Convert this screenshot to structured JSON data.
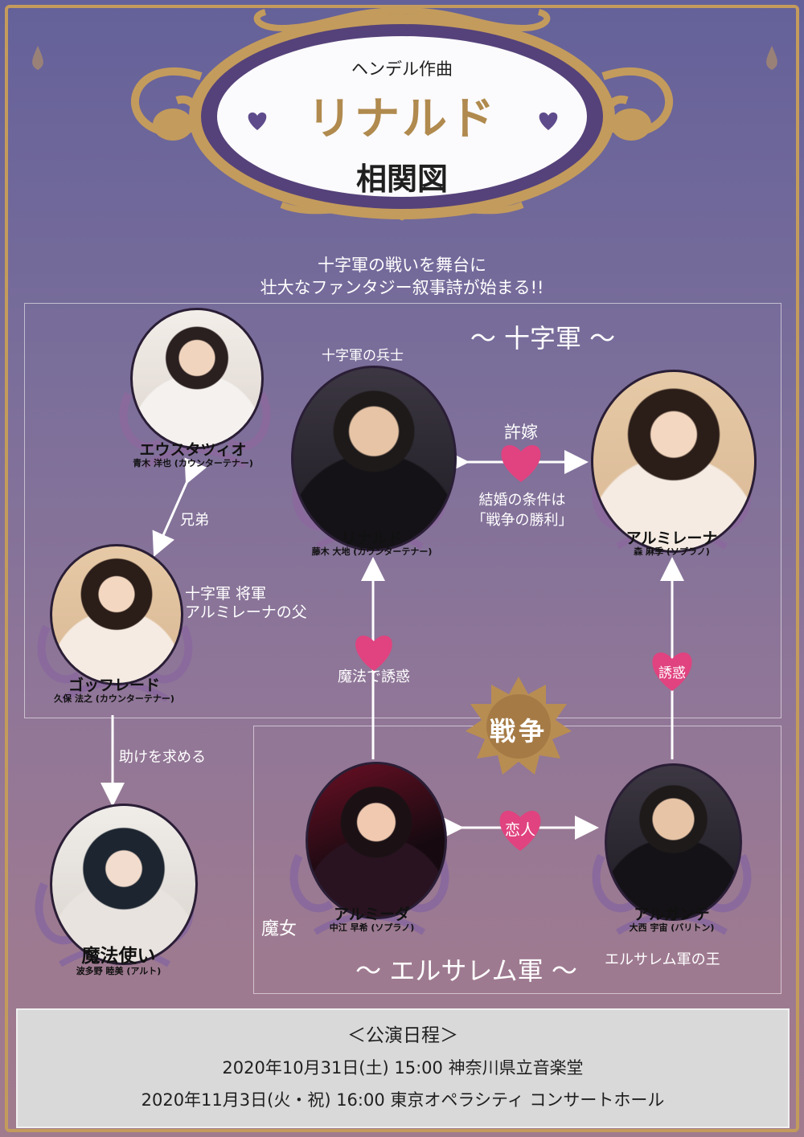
{
  "header": {
    "composer": "ヘンデル作曲",
    "title": "リナルド",
    "subtitle": "相関図"
  },
  "tagline": {
    "line1": "十字軍の戦いを舞台に",
    "line2": "壮大なファンタジー叙事詩が始まる!!"
  },
  "factions": {
    "crusaders": "〜 十字軍 〜",
    "jerusalem": "〜 エルサレム軍 〜",
    "war": "戦争"
  },
  "characters": {
    "eustazio": {
      "name": "エウスタツィオ",
      "cast": "青木 洋也 (カウンターテナー)"
    },
    "goffredo": {
      "name": "ゴッフレード",
      "cast": "久保 法之 (カウンターテナー)"
    },
    "rinaldo": {
      "name": "リナルド",
      "cast": "藤木 大地 (カウンターテナー)"
    },
    "almirena": {
      "name": "アルミレーナ",
      "cast": "森 麻季 (ソプラノ)"
    },
    "armida": {
      "name": "アルミーダ",
      "cast": "中江 早希 (ソプラノ)"
    },
    "argante": {
      "name": "アルガンテ",
      "cast": "大西 宇宙 (バリトン)"
    },
    "mage": {
      "name": "魔法使い",
      "cast": "波多野 睦美 (アルト)"
    }
  },
  "labels": {
    "soldier": "十字軍の兵士",
    "brothers": "兄弟",
    "general_line1": "十字軍 将軍",
    "general_line2": "アルミレーナの父",
    "fiance": "許嫁",
    "condition_line1": "結婚の条件は",
    "condition_line2": "「戦争の勝利」",
    "magic_seduction": "魔法で誘惑",
    "seduction": "誘惑",
    "lovers": "恋人",
    "seek_help": "助けを求める",
    "witch": "魔女",
    "king": "エルサレム軍の王"
  },
  "schedule": {
    "heading": "＜公演日程＞",
    "line1": "2020年10月31日(土) 15:00  神奈川県立音楽堂",
    "line2": "2020年11月3日(火・祝) 16:00 東京オペラシティ コンサートホール"
  },
  "colors": {
    "gold": "#c39b5c",
    "heart": "#e0437f",
    "ornament": "#8a6a9c",
    "schedule_bg": "#d9d9d9"
  }
}
